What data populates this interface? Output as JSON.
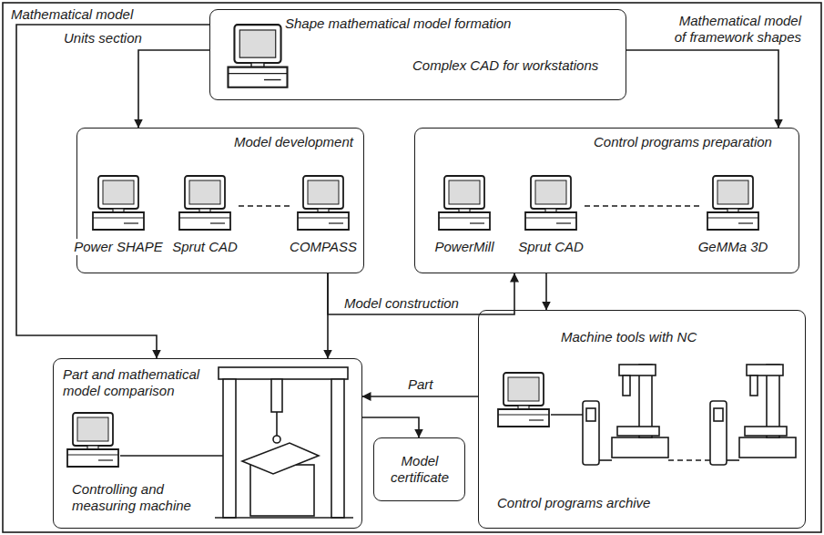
{
  "diagram": {
    "nodes": [
      {
        "text": [
          "Shape mathematical model formation",
          "Complex CAD for workstations"
        ]
      },
      {
        "text": [
          "Model development"
        ]
      },
      {
        "text": [
          "Control programs preparation"
        ]
      },
      {
        "text": [
          "Part and mathematical model comparison",
          "Controlling and measuring machine"
        ]
      },
      {
        "text": [
          "Model certificate"
        ]
      },
      {
        "text": [
          "Machine tools with NC",
          "Control programs archive"
        ]
      }
    ],
    "edges": [
      {
        "from": 0,
        "to": 3,
        "arrow": "to",
        "label": "Mathematical model"
      },
      {
        "from": 0,
        "to": 1,
        "arrow": "to",
        "label": "Units section"
      },
      {
        "from": 0,
        "to": 2,
        "arrow": "to",
        "label": "Mathematical model of framework shapes"
      },
      {
        "from": 1,
        "to": 3,
        "arrow": "to"
      },
      {
        "from": 1,
        "to": 2,
        "arrow": "to",
        "label": "Model construction"
      },
      {
        "from": 2,
        "to": 5,
        "arrow": "to"
      },
      {
        "from": 5,
        "to": 3,
        "arrow": "to",
        "label": "Part"
      },
      {
        "from": 3,
        "to": 4,
        "arrow": "to"
      }
    ],
    "labels": [
      "Power SHAPE",
      "Sprut CAD",
      "COMPASS",
      "PowerMill",
      "Sprut CAD",
      "GeMMa 3D"
    ]
  }
}
